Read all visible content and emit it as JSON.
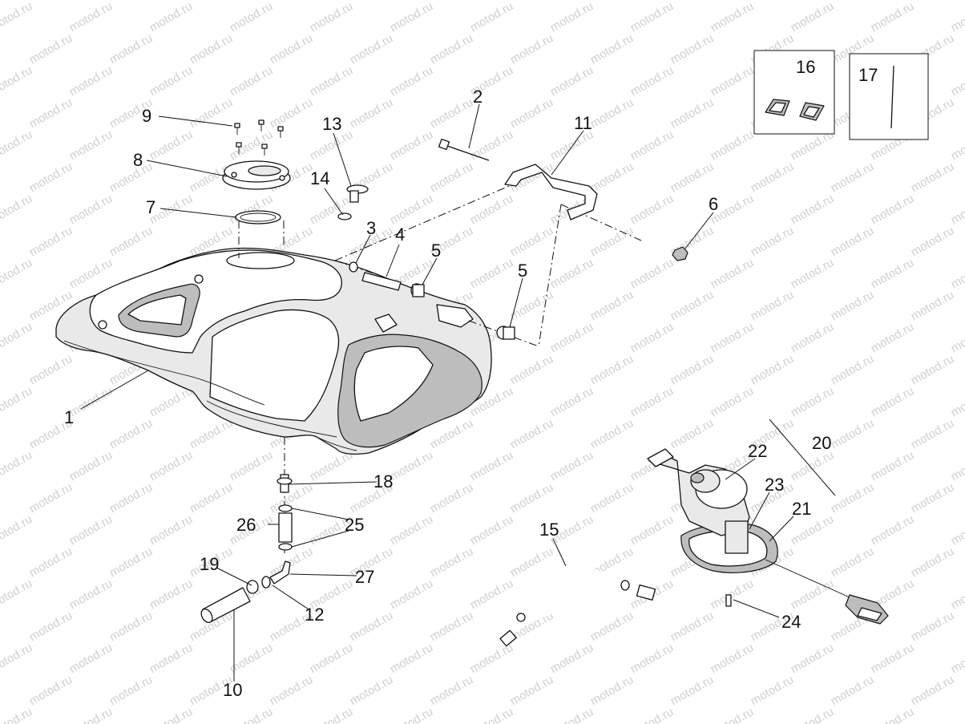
{
  "watermark": {
    "text": "motod.ru"
  },
  "callouts": [
    {
      "id": "c1",
      "label": "1"
    },
    {
      "id": "c2",
      "label": "2"
    },
    {
      "id": "c3",
      "label": "3"
    },
    {
      "id": "c4",
      "label": "4"
    },
    {
      "id": "c5a",
      "label": "5"
    },
    {
      "id": "c5b",
      "label": "5"
    },
    {
      "id": "c6",
      "label": "6"
    },
    {
      "id": "c7",
      "label": "7"
    },
    {
      "id": "c8",
      "label": "8"
    },
    {
      "id": "c9",
      "label": "9"
    },
    {
      "id": "c10",
      "label": "10"
    },
    {
      "id": "c11",
      "label": "11"
    },
    {
      "id": "c12",
      "label": "12"
    },
    {
      "id": "c13",
      "label": "13"
    },
    {
      "id": "c14",
      "label": "14"
    },
    {
      "id": "c15",
      "label": "15"
    },
    {
      "id": "c16",
      "label": "16"
    },
    {
      "id": "c17",
      "label": "17"
    },
    {
      "id": "c18",
      "label": "18"
    },
    {
      "id": "c19",
      "label": "19"
    },
    {
      "id": "c20",
      "label": "20"
    },
    {
      "id": "c21",
      "label": "21"
    },
    {
      "id": "c22",
      "label": "22"
    },
    {
      "id": "c23",
      "label": "23"
    },
    {
      "id": "c24",
      "label": "24"
    },
    {
      "id": "c25",
      "label": "25"
    },
    {
      "id": "c26",
      "label": "26"
    },
    {
      "id": "c27",
      "label": "27"
    }
  ]
}
